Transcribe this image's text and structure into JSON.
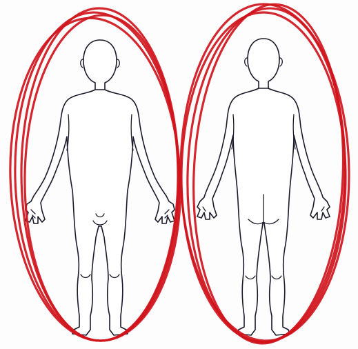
{
  "figures": [
    {
      "id": "front-view",
      "view": "front"
    },
    {
      "id": "back-view",
      "view": "back"
    }
  ],
  "colors": {
    "background": "#fdfdfd",
    "outline": "#1a1a2a",
    "marking": "#d0141c"
  },
  "marking": {
    "shape": "scribbled oval enclosing entire body",
    "count_per_figure": 4
  }
}
